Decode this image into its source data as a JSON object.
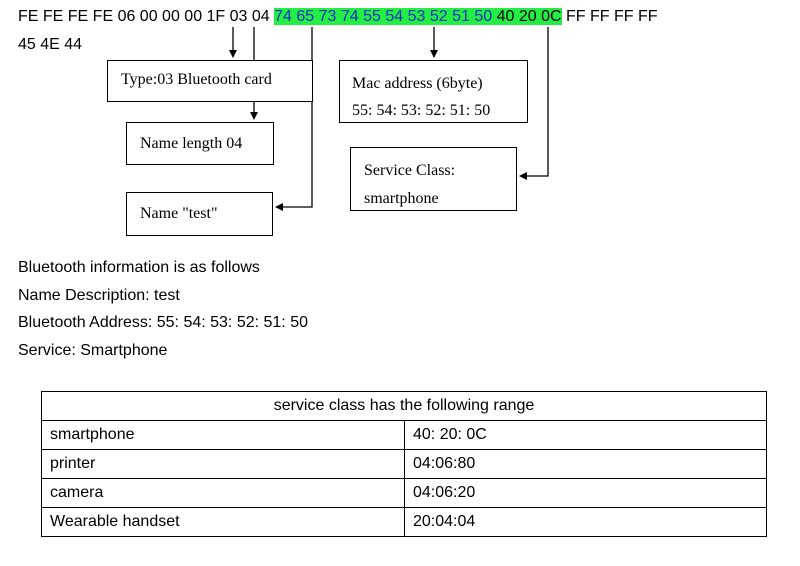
{
  "hex": {
    "line1": {
      "prefix": "FE FE FE FE 06 00 00 00 1F 03 04 ",
      "name_bytes": "74 65 73 74",
      "mac_bytes": "55 54 53 52 51 50",
      "service_bytes": "40 20 0C",
      "suffix": " FF FF FF FF"
    },
    "line2": "45 4E 44"
  },
  "boxes": {
    "type": "Type:03 Bluetooth card",
    "name_length": "Name length 04",
    "name": "Name \"test\"",
    "mac_title": "Mac address (6byte)",
    "mac_value": "55: 54: 53: 52: 51: 50",
    "service_title": "Service Class:",
    "service_value": "smartphone"
  },
  "info": [
    "Bluetooth information is as follows",
    "Name Description: test",
    "Bluetooth Address: 55: 54: 53: 52: 51: 50",
    "Service: Smartphone"
  ],
  "table": {
    "header": "service class has the following range",
    "rows": [
      [
        "smartphone",
        "40: 20: 0C"
      ],
      [
        "printer",
        "04:06:80"
      ],
      [
        "camera",
        "04:06:20"
      ],
      [
        "Wearable handset",
        "20:04:04"
      ]
    ]
  },
  "colors": {
    "highlight": "#22ee44",
    "highlight_text_blue": "#1530c8"
  }
}
